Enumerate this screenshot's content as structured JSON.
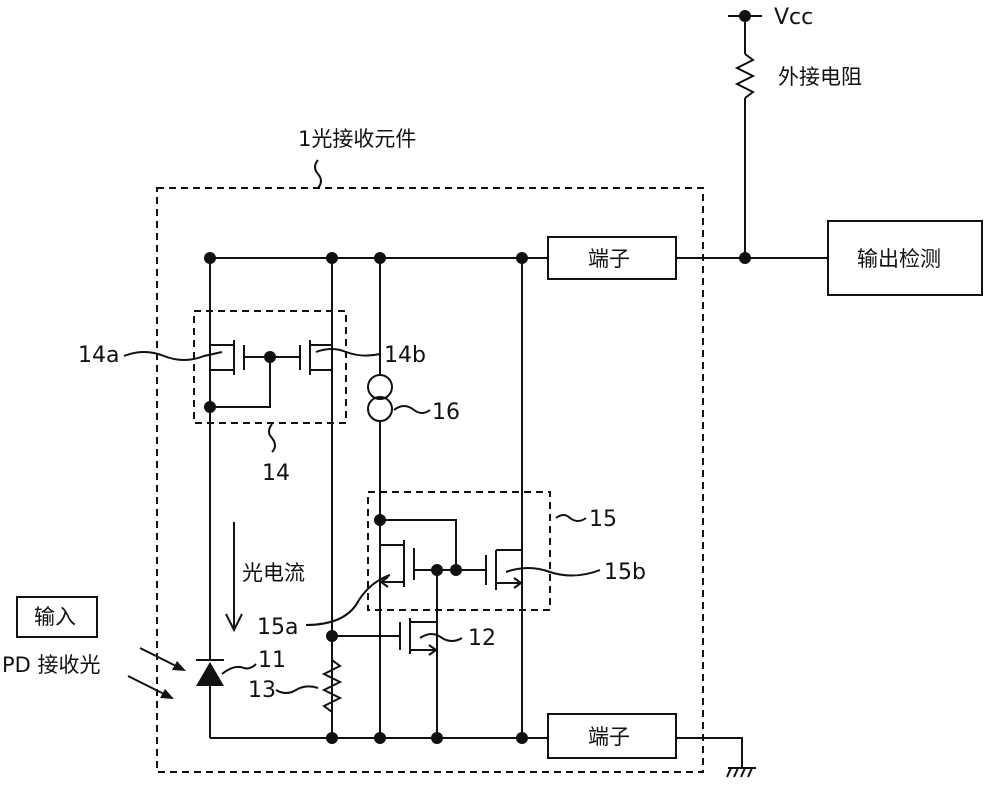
{
  "labels": {
    "vcc": "Vcc",
    "ext_resistor": "外接电阻",
    "element": "1光接收元件",
    "terminal_top": "端子",
    "terminal_bottom": "端子",
    "output_detect": "输出检测",
    "input": "输入",
    "pd_light": "PD 接收光",
    "photocurrent": "光电流",
    "ref_14a": "14a",
    "ref_14b": "14b",
    "ref_14": "14",
    "ref_16": "16",
    "ref_15": "15",
    "ref_15a": "15a",
    "ref_15b": "15b",
    "ref_12": "12",
    "ref_11": "11",
    "ref_13": "13"
  }
}
